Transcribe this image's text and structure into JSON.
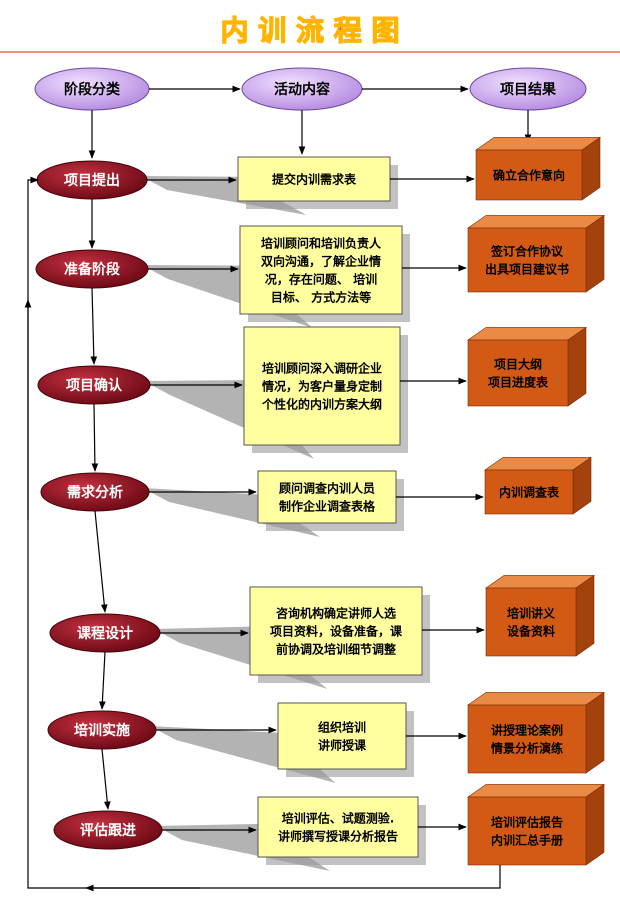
{
  "title": "内 训 流 程 图",
  "headers": {
    "stage": "阶段分类",
    "activity": "活动内容",
    "result": "项目结果"
  },
  "colors": {
    "title": "#ff0000",
    "title_outline": "#ffb400",
    "header_fill": "#c9a4e8",
    "stage_fill": "#8e1020",
    "activity_fill": "#ffffa0",
    "result_front": "#d25a14",
    "result_top": "#e98a45",
    "result_side": "#a3420c",
    "shadow": "#9a9a9a",
    "line": "#000000"
  },
  "stages": [
    {
      "label": "项目提出",
      "activity": [
        "提交内训需求表"
      ],
      "result": [
        "确立合作意向"
      ]
    },
    {
      "label": "准备阶段",
      "activity": [
        "培训顾问和培训负责人",
        "双向沟通，了解企业情",
        "况，存在问题、 培训",
        "目标、 方式方法等"
      ],
      "result": [
        "签订合作协议",
        "出具项目建议书"
      ]
    },
    {
      "label": "项目确认",
      "activity": [
        "培训顾问深入调研企业",
        "情况，为客户量身定制",
        "个性化的内训方案大纲"
      ],
      "result": [
        "项目大纲",
        "项目进度表"
      ]
    },
    {
      "label": "需求分析",
      "activity": [
        "顾问调查内训人员",
        "制作企业调查表格"
      ],
      "result": [
        "内训调查表"
      ]
    },
    {
      "label": "课程设计",
      "activity": [
        "咨询机构确定讲师人选",
        "项目资料，设备准备，课",
        "前协调及培训细节调整"
      ],
      "result": [
        "培训讲义",
        "设备资料"
      ]
    },
    {
      "label": "培训实施",
      "activity": [
        "组织培训",
        "讲师授课"
      ],
      "result": [
        "讲授理论案例",
        "情景分析演练"
      ]
    },
    {
      "label": "评估跟进",
      "activity": [
        "培训评估、试题测验.",
        "讲师撰写授课分析报告"
      ],
      "result": [
        "培训评估报告",
        "内训汇总手册"
      ]
    }
  ]
}
